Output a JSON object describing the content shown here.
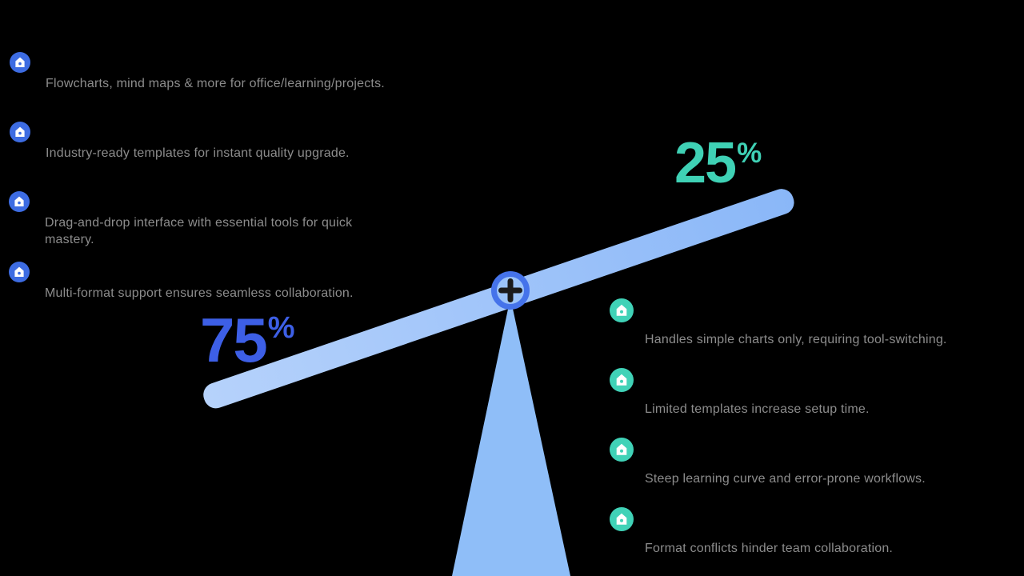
{
  "background": "#000000",
  "text_color": "#8c8c8c",
  "left_panel": {
    "accent_color": "#3d6ce2",
    "percent_value": "75",
    "percent_symbol": "%",
    "percent_color": "#3d5fe6",
    "items": [
      "Flowcharts, mind maps & more for office/learning/projects.",
      "Industry-ready templates for instant quality upgrade.",
      "Drag-and-drop interface with essential tools for quick mastery.",
      "Multi-format support ensures seamless collaboration."
    ]
  },
  "right_panel": {
    "accent_color": "#40d2b7",
    "percent_value": "25",
    "percent_symbol": "%",
    "percent_color": "#3fd1b5",
    "items": [
      "Handles simple charts only, requiring tool-switching.",
      "Limited templates increase setup time.",
      "Steep learning curve and error-prone workflows.",
      "Format conflicts hinder team collaboration."
    ]
  },
  "seesaw": {
    "beam_color_start": "#b6d2fb",
    "beam_color_end": "#8ab7f8",
    "fulcrum_color": "#8fbef8",
    "pivot_ring_color": "#4573ea",
    "pivot_fill_color": "#9cc4f9",
    "plus_color": "#1c1c1c"
  },
  "icons": {
    "bullet_icon": "home-icon",
    "pivot_icon": "plus-icon"
  }
}
